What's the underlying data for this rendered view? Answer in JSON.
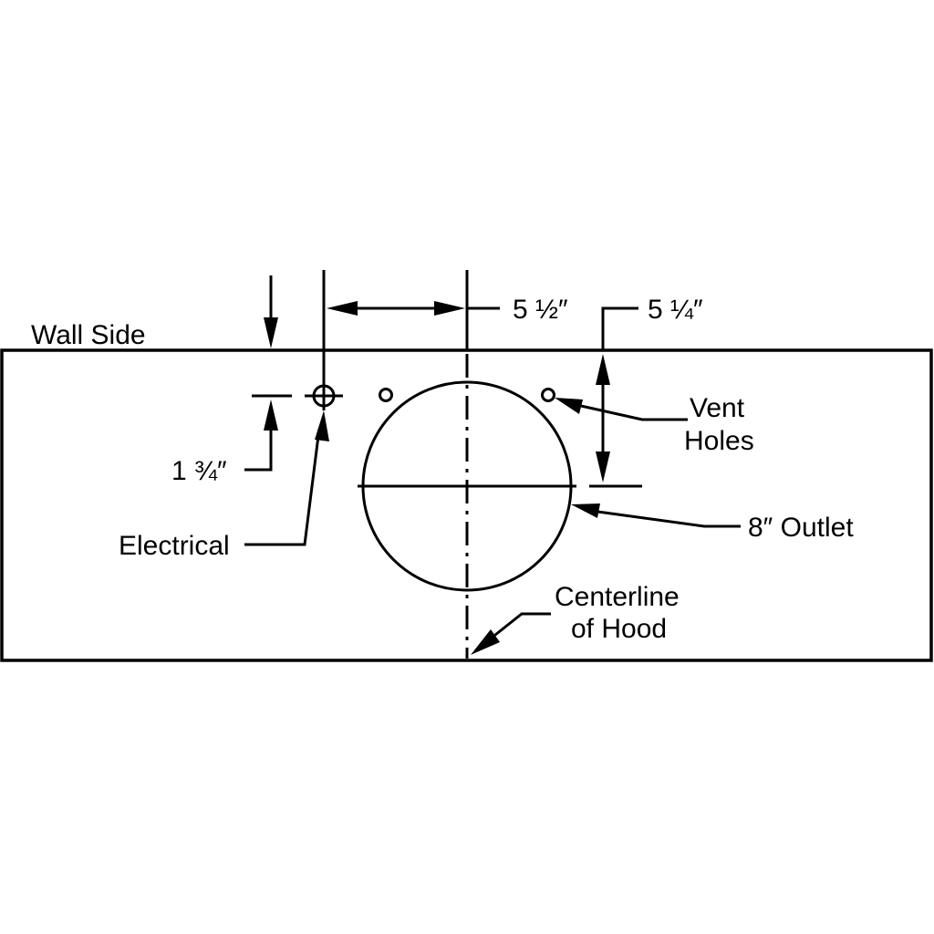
{
  "diagram": {
    "labels": {
      "wall_side": "Wall Side",
      "dim_horizontal": "5 ½″",
      "dim_vertical_right": "5 ¼″",
      "dim_vertical_left": "1 ¾″",
      "vent_line1": "Vent",
      "vent_line2": "Holes",
      "outlet": "8″ Outlet",
      "electrical": "Electrical",
      "centerline_line1": "Centerline",
      "centerline_line2": "of Hood"
    },
    "colors": {
      "stroke": "#000000",
      "background": "#ffffff"
    }
  }
}
